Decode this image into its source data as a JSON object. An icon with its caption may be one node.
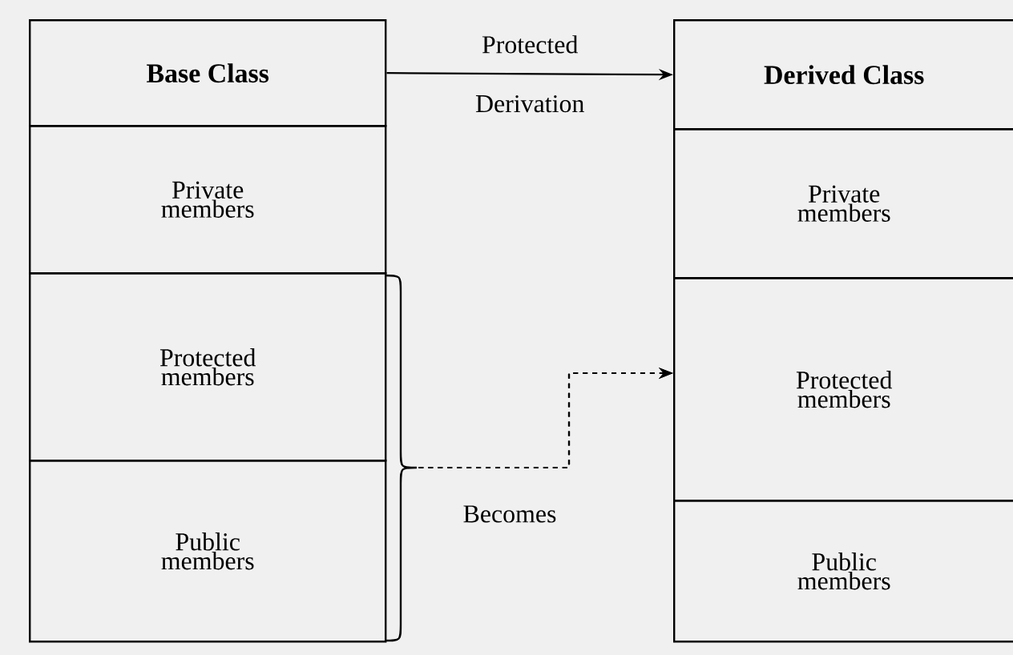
{
  "diagram": {
    "nodes": [
      {
        "text": [
          "Base Class"
        ]
      },
      {
        "text": [
          "Private members"
        ]
      },
      {
        "text": [
          "Protected members"
        ]
      },
      {
        "text": [
          "Public members"
        ]
      },
      {
        "text": [
          "Derived Class"
        ]
      },
      {
        "text": [
          "Private members"
        ]
      },
      {
        "text": [
          "Protected members"
        ]
      },
      {
        "text": [
          "Public members"
        ]
      }
    ],
    "edges": [
      {
        "from": 0,
        "to": 4,
        "arrow": "to",
        "label": "Protected Derivation"
      },
      {
        "from": 2,
        "to": 6,
        "arrow": "to",
        "style": "dashed",
        "label": "Becomes"
      },
      {
        "from": 3,
        "to": 6,
        "arrow": "to",
        "style": "dashed"
      }
    ]
  }
}
